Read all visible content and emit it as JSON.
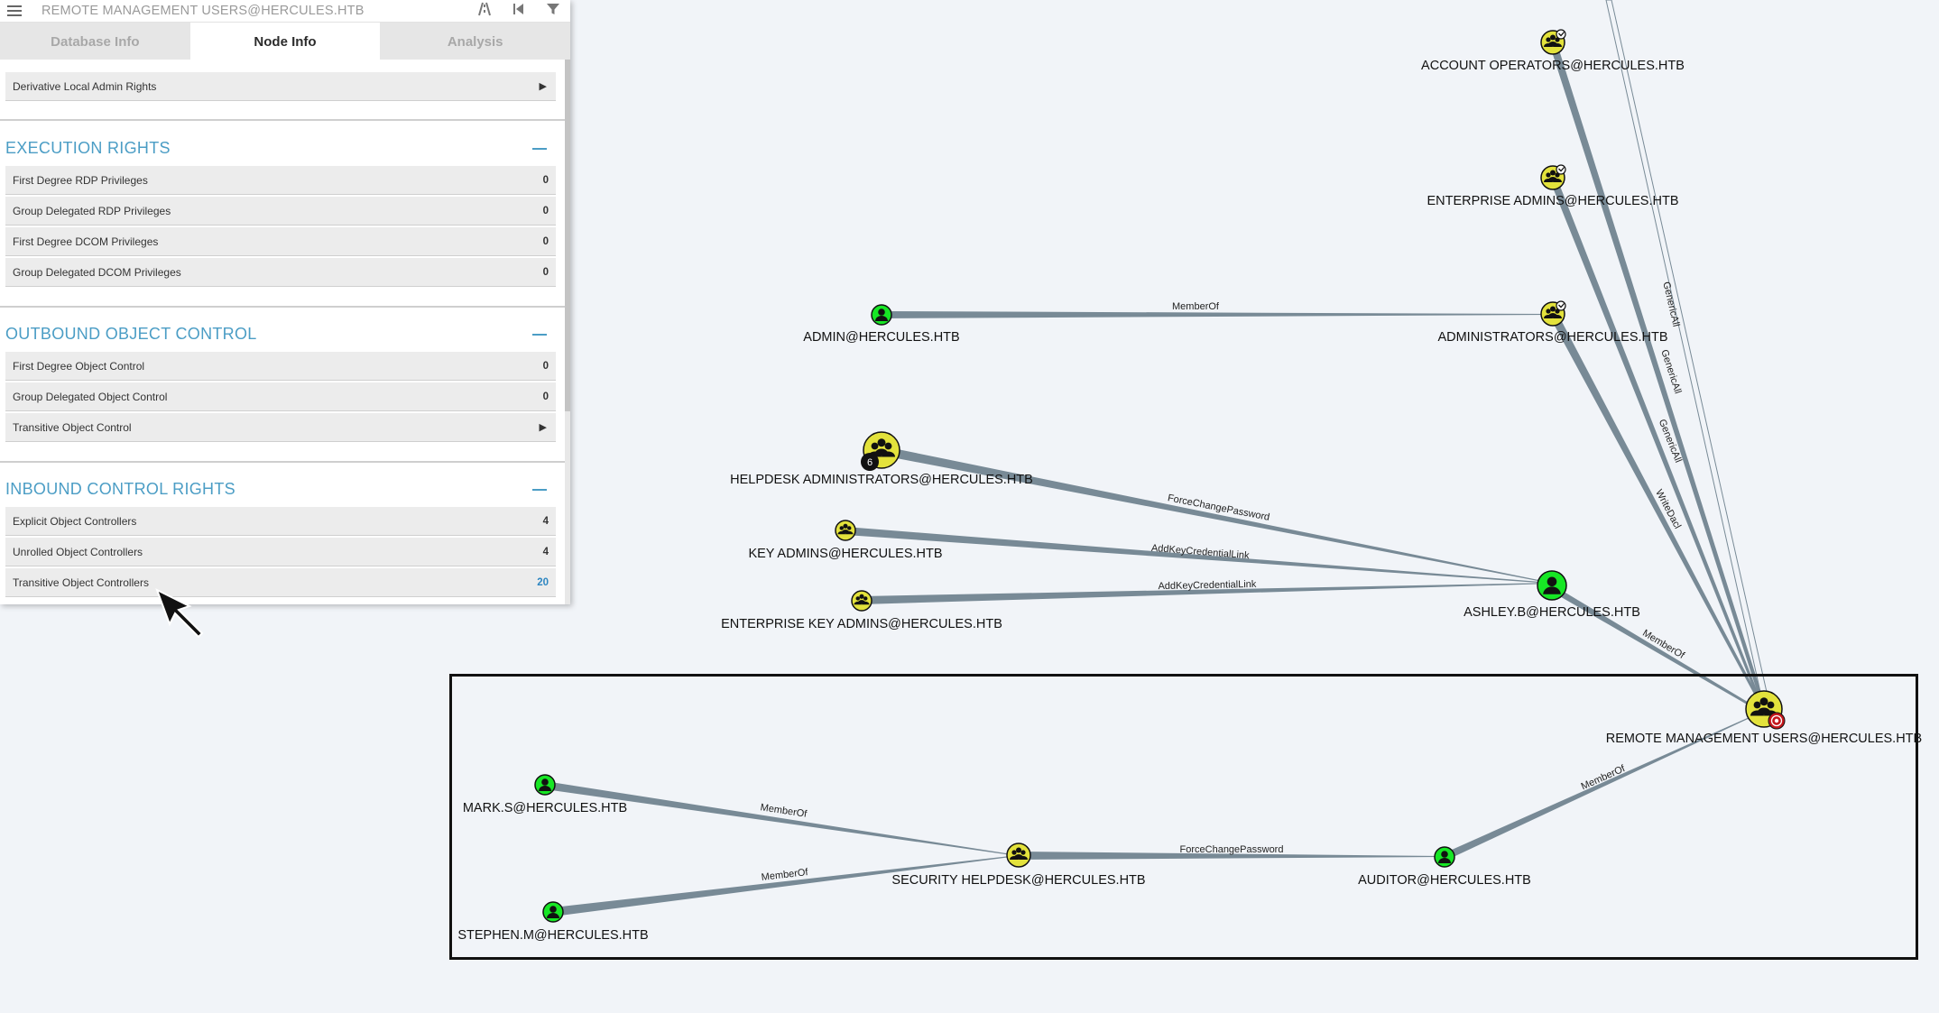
{
  "header": {
    "title": "REMOTE MANAGEMENT USERS@HERCULES.HTB",
    "icons": [
      "path-finding-icon",
      "back-icon",
      "filter-icon"
    ]
  },
  "tabs": [
    {
      "label": "Database Info",
      "active": false
    },
    {
      "label": "Node Info",
      "active": true
    },
    {
      "label": "Analysis",
      "active": false
    }
  ],
  "panel": {
    "top_row": {
      "label": "Derivative Local Admin Rights"
    },
    "sections": [
      {
        "title": "EXECUTION RIGHTS",
        "rows": [
          {
            "label": "First Degree RDP Privileges",
            "value": "0"
          },
          {
            "label": "Group Delegated RDP Privileges",
            "value": "0"
          },
          {
            "label": "First Degree DCOM Privileges",
            "value": "0"
          },
          {
            "label": "Group Delegated DCOM Privileges",
            "value": "0"
          }
        ]
      },
      {
        "title": "OUTBOUND OBJECT CONTROL",
        "rows": [
          {
            "label": "First Degree Object Control",
            "value": "0"
          },
          {
            "label": "Group Delegated Object Control",
            "value": "0"
          },
          {
            "label": "Transitive Object Control",
            "value": "▶"
          }
        ]
      },
      {
        "title": "INBOUND CONTROL RIGHTS",
        "rows": [
          {
            "label": "Explicit Object Controllers",
            "value": "4"
          },
          {
            "label": "Unrolled Object Controllers",
            "value": "4"
          },
          {
            "label": "Transitive Object Controllers",
            "value": "20"
          }
        ]
      }
    ]
  },
  "graph": {
    "nodes": [
      {
        "id": "account_operators",
        "label": "ACCOUNT OPERATORS@HERCULES.HTB",
        "kind": "group-highvalue"
      },
      {
        "id": "enterprise_admins",
        "label": "ENTERPRISE ADMINS@HERCULES.HTB",
        "kind": "group-highvalue"
      },
      {
        "id": "administrators",
        "label": "ADMINISTRATORS@HERCULES.HTB",
        "kind": "group-highvalue"
      },
      {
        "id": "admin",
        "label": "ADMIN@HERCULES.HTB",
        "kind": "user"
      },
      {
        "id": "helpdesk_admins",
        "label": "HELPDESK ADMINISTRATORS@HERCULES.HTB",
        "kind": "group-collapsed",
        "badge": "6"
      },
      {
        "id": "key_admins",
        "label": "KEY ADMINS@HERCULES.HTB",
        "kind": "group"
      },
      {
        "id": "enterprise_key_admins",
        "label": "ENTERPRISE KEY ADMINS@HERCULES.HTB",
        "kind": "group"
      },
      {
        "id": "ashley",
        "label": "ASHLEY.B@HERCULES.HTB",
        "kind": "user"
      },
      {
        "id": "rmu",
        "label": "REMOTE MANAGEMENT USERS@HERCULES.HTB",
        "kind": "group-target"
      },
      {
        "id": "marks",
        "label": "MARK.S@HERCULES.HTB",
        "kind": "user"
      },
      {
        "id": "stephenm",
        "label": "STEPHEN.M@HERCULES.HTB",
        "kind": "user"
      },
      {
        "id": "security_helpdesk",
        "label": "SECURITY HELPDESK@HERCULES.HTB",
        "kind": "group"
      },
      {
        "id": "auditor",
        "label": "AUDITOR@HERCULES.HTB",
        "kind": "user"
      }
    ],
    "edges": [
      {
        "from": "admin",
        "to": "administrators",
        "label": "MemberOf"
      },
      {
        "from": "helpdesk_admins",
        "to": "ashley",
        "label": "ForceChangePassword"
      },
      {
        "from": "key_admins",
        "to": "ashley",
        "label": "AddKeyCredentialLink"
      },
      {
        "from": "enterprise_key_admins",
        "to": "ashley",
        "label": "AddKeyCredentialLink"
      },
      {
        "from": "ashley",
        "to": "rmu",
        "label": "MemberOf"
      },
      {
        "from": "administrators",
        "to": "rmu",
        "label": "WriteDacl"
      },
      {
        "from": "enterprise_admins",
        "to": "rmu",
        "label": "GenericAll"
      },
      {
        "from": "account_operators",
        "to": "rmu",
        "label": "GenericAll"
      },
      {
        "from": "offscreen_top",
        "to": "rmu",
        "label": "GenericAll"
      },
      {
        "from": "marks",
        "to": "security_helpdesk",
        "label": "MemberOf"
      },
      {
        "from": "stephenm",
        "to": "security_helpdesk",
        "label": "MemberOf"
      },
      {
        "from": "security_helpdesk",
        "to": "auditor",
        "label": "ForceChangePassword"
      },
      {
        "from": "auditor",
        "to": "rmu",
        "label": "MemberOf"
      }
    ]
  },
  "colors": {
    "group_fill": "#e3e23c",
    "user_fill": "#17e625",
    "edge": "#788a96",
    "section_title": "#4b9dc5",
    "target_badge": "#c4161c",
    "link_value": "#2e86c1"
  }
}
